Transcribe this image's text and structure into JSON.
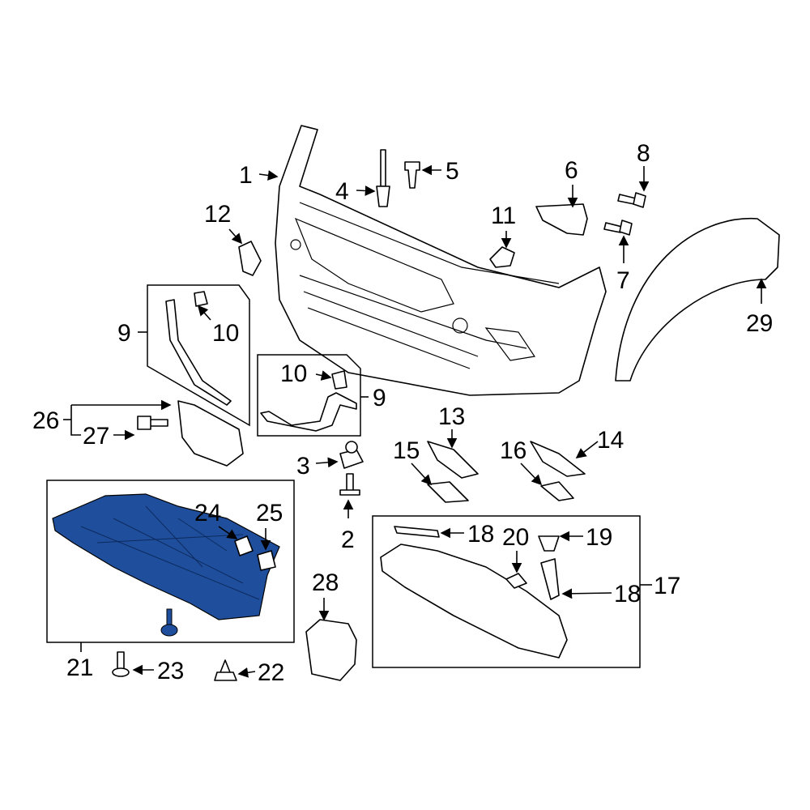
{
  "diagram": {
    "accent_color": "#1f4f9c",
    "highlighted_part": "21",
    "callouts": [
      {
        "id": "c1",
        "text": "1"
      },
      {
        "id": "c2",
        "text": "2"
      },
      {
        "id": "c3",
        "text": "3"
      },
      {
        "id": "c4",
        "text": "4"
      },
      {
        "id": "c5",
        "text": "5"
      },
      {
        "id": "c6",
        "text": "6"
      },
      {
        "id": "c7",
        "text": "7"
      },
      {
        "id": "c8",
        "text": "8"
      },
      {
        "id": "c9a",
        "text": "9"
      },
      {
        "id": "c9b",
        "text": "9"
      },
      {
        "id": "c10a",
        "text": "10"
      },
      {
        "id": "c10b",
        "text": "10"
      },
      {
        "id": "c11",
        "text": "11"
      },
      {
        "id": "c12",
        "text": "12"
      },
      {
        "id": "c13",
        "text": "13"
      },
      {
        "id": "c14",
        "text": "14"
      },
      {
        "id": "c15",
        "text": "15"
      },
      {
        "id": "c16",
        "text": "16"
      },
      {
        "id": "c17",
        "text": "17"
      },
      {
        "id": "c18a",
        "text": "18"
      },
      {
        "id": "c18b",
        "text": "18"
      },
      {
        "id": "c19",
        "text": "19"
      },
      {
        "id": "c20",
        "text": "20"
      },
      {
        "id": "c21",
        "text": "21"
      },
      {
        "id": "c22",
        "text": "22"
      },
      {
        "id": "c23",
        "text": "23"
      },
      {
        "id": "c24",
        "text": "24"
      },
      {
        "id": "c25",
        "text": "25"
      },
      {
        "id": "c26",
        "text": "26"
      },
      {
        "id": "c27",
        "text": "27"
      },
      {
        "id": "c28",
        "text": "28"
      },
      {
        "id": "c29",
        "text": "29"
      }
    ]
  }
}
